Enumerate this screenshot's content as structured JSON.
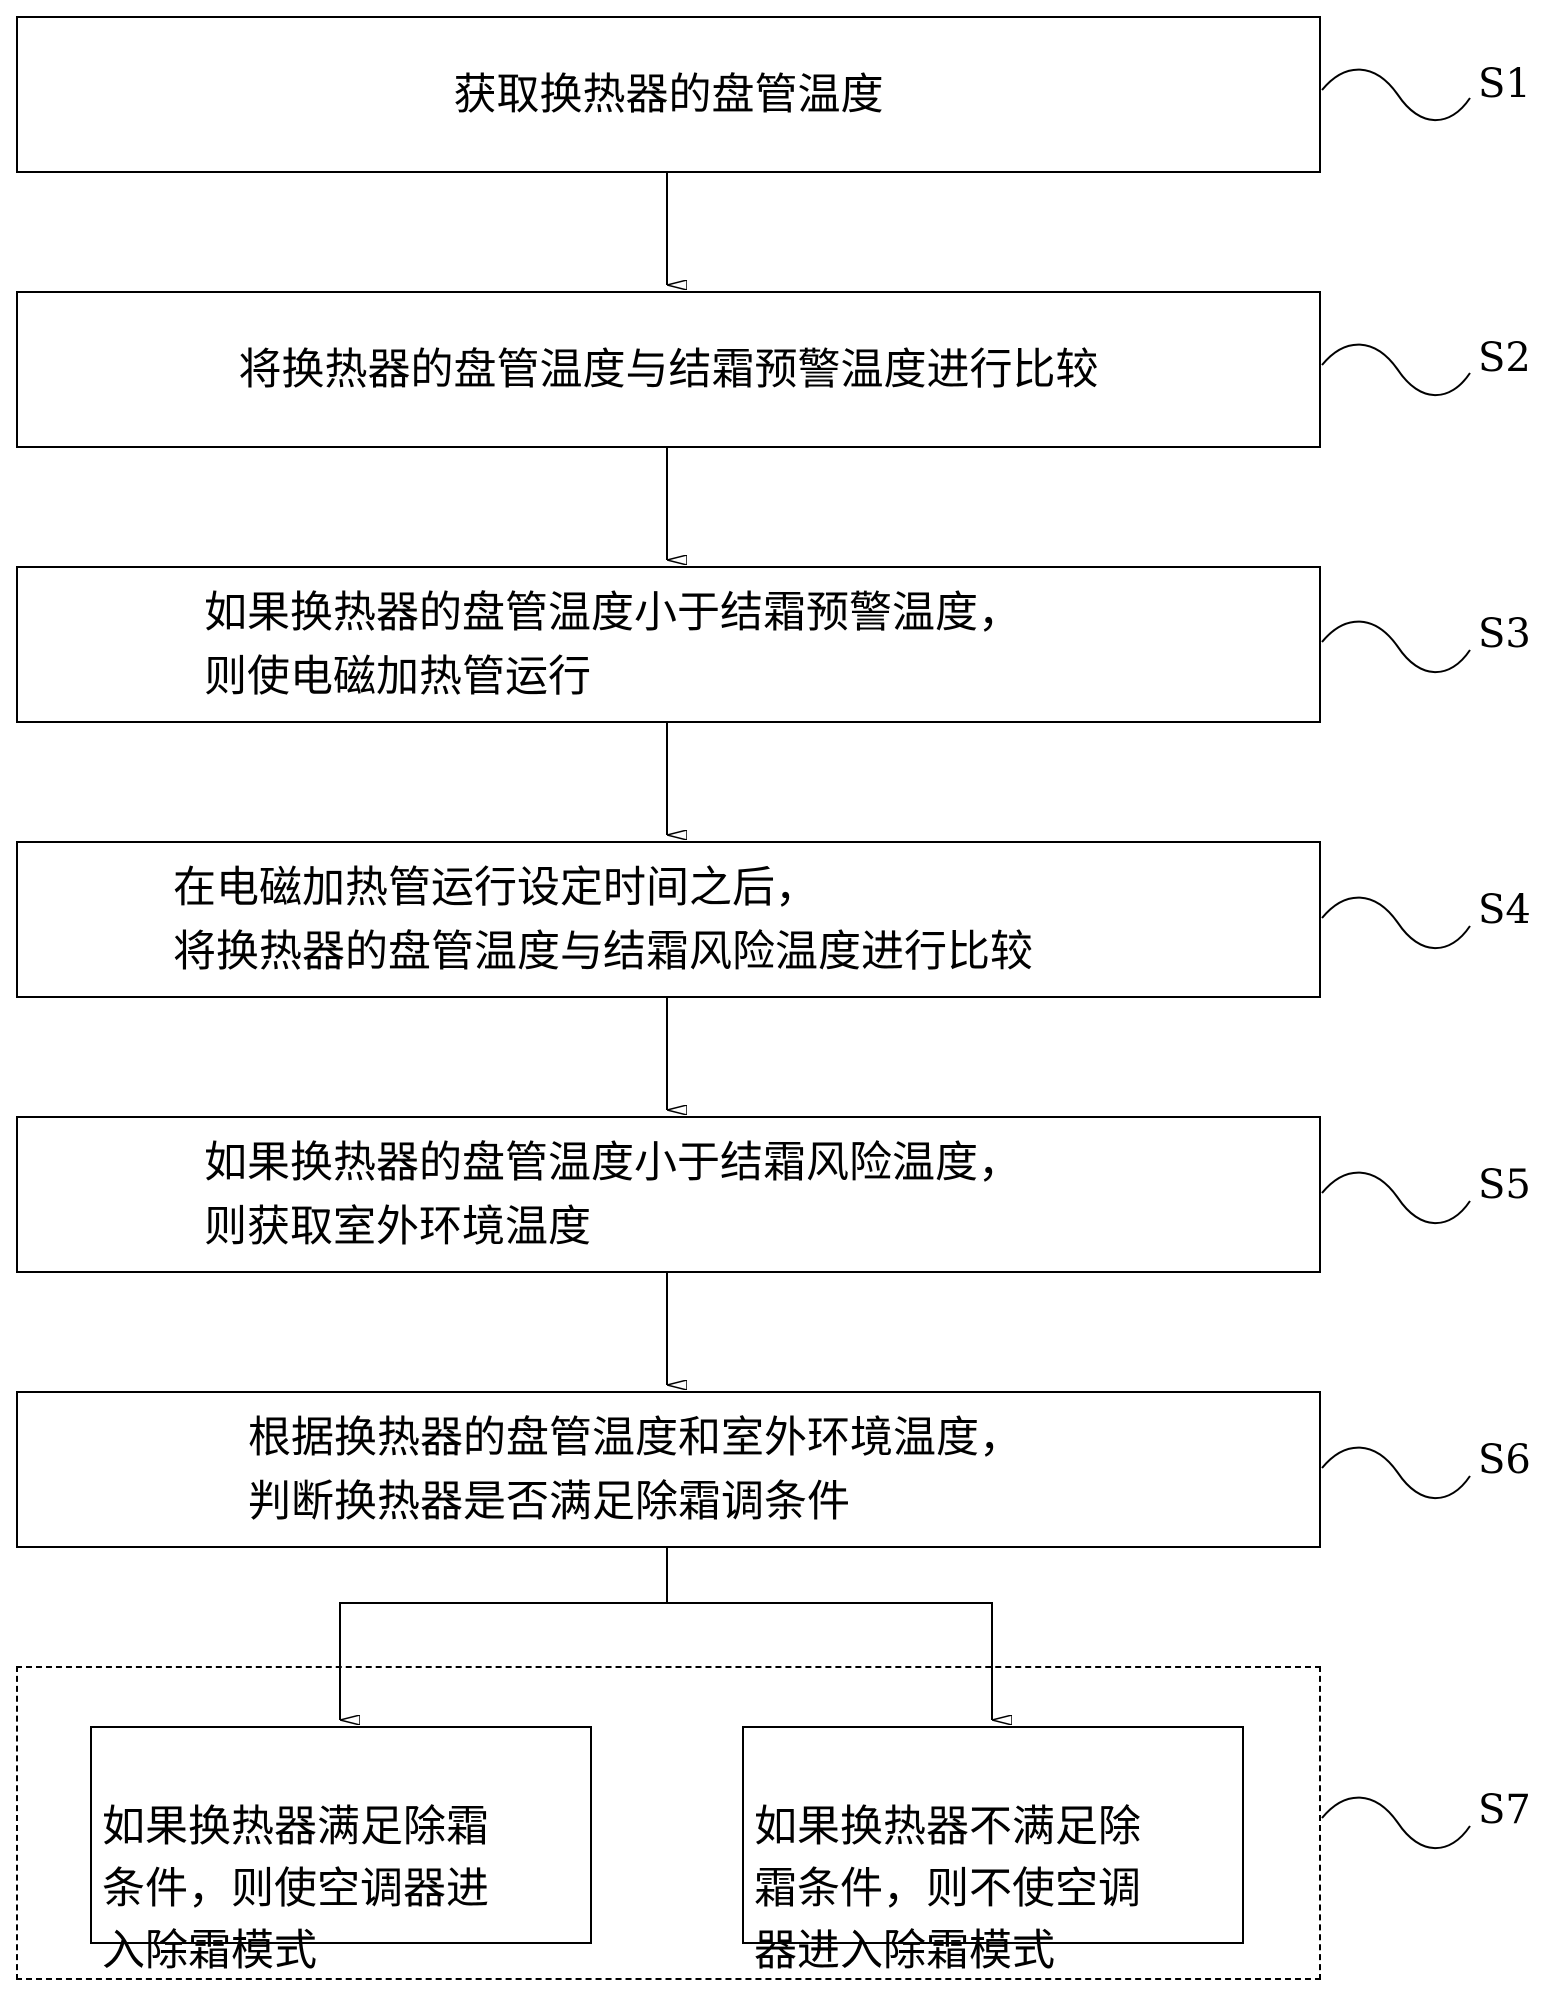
{
  "steps": [
    {
      "id": "S1",
      "lines": [
        "获取换热器的盘管温度"
      ]
    },
    {
      "id": "S2",
      "lines": [
        "将换热器的盘管温度与结霜预警温度进行比较"
      ]
    },
    {
      "id": "S3",
      "lines": [
        "如果换热器的盘管温度小于结霜预警温度，",
        "则使电磁加热管运行"
      ]
    },
    {
      "id": "S4",
      "lines": [
        "在电磁加热管运行设定时间之后，",
        "将换热器的盘管温度与结霜风险温度进行比较"
      ]
    },
    {
      "id": "S5",
      "lines": [
        "如果换热器的盘管温度小于结霜风险温度，",
        "则获取室外环境温度"
      ]
    },
    {
      "id": "S6",
      "lines": [
        "根据换热器的盘管温度和室外环境温度，",
        "判断换热器是否满足除霜调条件"
      ]
    }
  ],
  "s7": {
    "id": "S7",
    "left_branch": "如果换热器满足除霜\n条件，则使空调器进\n入除霜模式",
    "right_branch": "如果换热器不满足除\n霜条件，则不使空调\n器进入除霜模式"
  }
}
